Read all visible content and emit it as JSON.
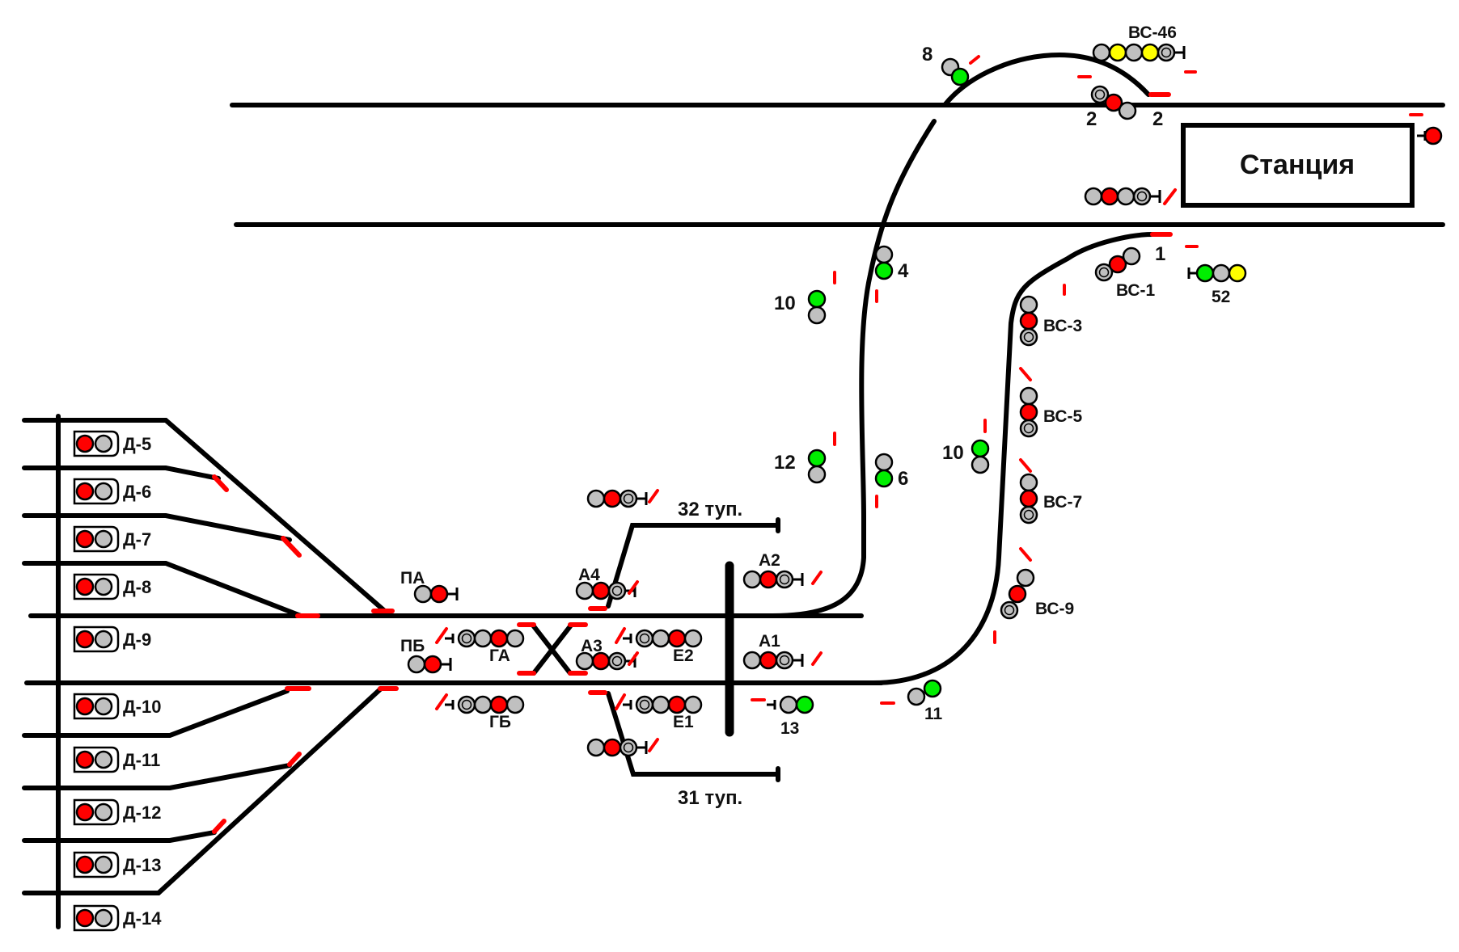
{
  "colors": {
    "red": "#ff0000",
    "green": "#00ee00",
    "yellow": "#ffff00",
    "off": "#c0c0c0",
    "track": "#000000",
    "occupied": "#ff0000"
  },
  "station": {
    "label": "Станция"
  },
  "dead_ends": [
    {
      "label": "32 туп."
    },
    {
      "label": "31 туп."
    }
  ],
  "depot_signals": [
    {
      "label": "Д-5",
      "lamps": [
        "red",
        "off"
      ]
    },
    {
      "label": "Д-6",
      "lamps": [
        "red",
        "off"
      ]
    },
    {
      "label": "Д-7",
      "lamps": [
        "red",
        "off"
      ]
    },
    {
      "label": "Д-8",
      "lamps": [
        "red",
        "off"
      ]
    },
    {
      "label": "Д-9",
      "lamps": [
        "red",
        "off"
      ]
    },
    {
      "label": "Д-10",
      "lamps": [
        "red",
        "off"
      ]
    },
    {
      "label": "Д-11",
      "lamps": [
        "red",
        "off"
      ]
    },
    {
      "label": "Д-12",
      "lamps": [
        "red",
        "off"
      ]
    },
    {
      "label": "Д-13",
      "lamps": [
        "red",
        "off"
      ]
    },
    {
      "label": "Д-14",
      "lamps": [
        "red",
        "off"
      ]
    }
  ],
  "signals": {
    "PA": {
      "label": "ПА",
      "lamps": [
        "off",
        "red"
      ]
    },
    "PB": {
      "label": "ПБ",
      "lamps": [
        "off",
        "red"
      ]
    },
    "GA": {
      "label": "ГА",
      "lamps": [
        "ring",
        "off",
        "red",
        "off"
      ]
    },
    "GB": {
      "label": "ГБ",
      "lamps": [
        "ring",
        "off",
        "red",
        "off"
      ]
    },
    "A4": {
      "label": "А4",
      "lamps": [
        "off",
        "red",
        "ring"
      ]
    },
    "A3": {
      "label": "А3",
      "lamps": [
        "off",
        "red",
        "ring"
      ]
    },
    "A2": {
      "label": "А2",
      "lamps": [
        "off",
        "red",
        "ring"
      ]
    },
    "A1": {
      "label": "А1",
      "lamps": [
        "off",
        "red",
        "ring"
      ]
    },
    "E2": {
      "label": "Е2",
      "lamps": [
        "ring",
        "off",
        "red",
        "off"
      ]
    },
    "E1": {
      "label": "Е1",
      "lamps": [
        "ring",
        "off",
        "red",
        "off"
      ]
    },
    "T32": {
      "label": "",
      "lamps": [
        "off",
        "red",
        "ring"
      ]
    },
    "T31": {
      "label": "",
      "lamps": [
        "off",
        "red",
        "ring"
      ]
    },
    "S13": {
      "label": "13",
      "lamps": [
        "off",
        "green"
      ]
    },
    "S11": {
      "label": "11",
      "lamps": [
        "off",
        "green"
      ]
    },
    "S10a": {
      "label": "10",
      "lamps": [
        "green",
        "off"
      ]
    },
    "S12": {
      "label": "12",
      "lamps": [
        "green",
        "off"
      ]
    },
    "S4": {
      "label": "4",
      "lamps": [
        "off",
        "green"
      ]
    },
    "S6": {
      "label": "6",
      "lamps": [
        "off",
        "green"
      ]
    },
    "S10b": {
      "label": "10",
      "lamps": [
        "green",
        "off"
      ]
    },
    "S8": {
      "label": "8",
      "lamps": [
        "off",
        "green"
      ]
    },
    "VS46": {
      "label": "ВС-46",
      "lamps": [
        "off",
        "yellow",
        "off",
        "yellow",
        "ring"
      ]
    },
    "S2a": {
      "label": "2",
      "lamps": [
        "ring",
        "red",
        "off"
      ]
    },
    "S2b": {
      "label": "2",
      "lamps": []
    },
    "ST": {
      "label": "",
      "lamps": [
        "off",
        "red",
        "off",
        "ring"
      ]
    },
    "SR": {
      "label": "",
      "lamps": [
        "red"
      ]
    },
    "S1": {
      "label": "1",
      "lamps": []
    },
    "VS1": {
      "label": "ВС-1",
      "lamps": [
        "ring",
        "red",
        "off"
      ]
    },
    "S52": {
      "label": "52",
      "lamps": [
        "green",
        "off",
        "yellow"
      ]
    },
    "VS3": {
      "label": "ВС-3",
      "lamps": [
        "off",
        "red",
        "ring"
      ]
    },
    "VS5": {
      "label": "ВС-5",
      "lamps": [
        "off",
        "red",
        "ring"
      ]
    },
    "VS7": {
      "label": "ВС-7",
      "lamps": [
        "off",
        "red",
        "ring"
      ]
    },
    "VS9": {
      "label": "ВС-9",
      "lamps": [
        "off",
        "red",
        "ring"
      ]
    }
  }
}
